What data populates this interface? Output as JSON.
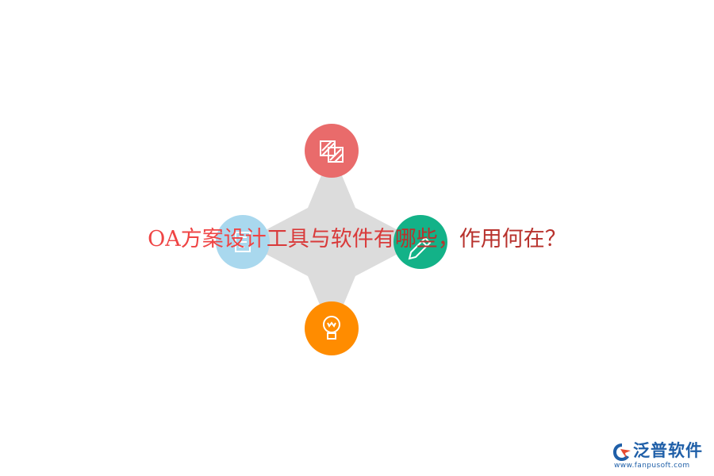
{
  "title": {
    "part1": "OA方案设计",
    "part2": "工具与软件有",
    "part3": "哪些，作用何在？"
  },
  "graphic": {
    "center_shape_color": "#dcdcdc",
    "nodes": [
      {
        "id": "top",
        "color": "#e96b6b",
        "icon": "layers-stack-icon"
      },
      {
        "id": "left",
        "color": "#a9d8ee",
        "icon": "document-icon"
      },
      {
        "id": "right",
        "color": "#13b288",
        "icon": "pencil-icon"
      },
      {
        "id": "bottom",
        "color": "#ff8c00",
        "icon": "lightbulb-icon"
      }
    ]
  },
  "logo": {
    "name": "泛普软件",
    "url": "www.fanpusoft.com",
    "color": "#1f5fa8"
  }
}
